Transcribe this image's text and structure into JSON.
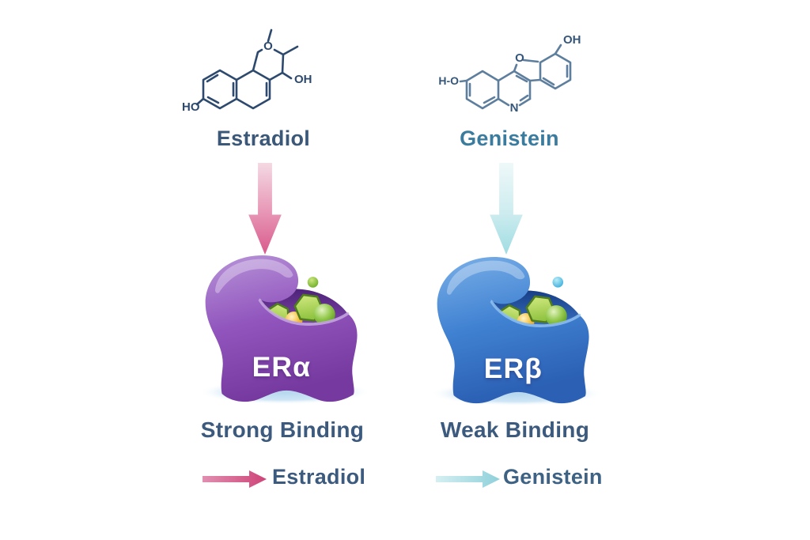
{
  "molecules": {
    "estradiol": {
      "name": "Estradiol",
      "label_color": "#3b5878",
      "structure_color": "#2d4a6e",
      "atom_labels": {
        "ho": "HO",
        "o": "O",
        "oh": "OH"
      }
    },
    "genistein": {
      "name": "Genistein",
      "label_color": "#3a7b9e",
      "structure_color": "#5e7e9d",
      "atom_labels": {
        "ho": "H-O",
        "o": "O",
        "n": "N",
        "oh": "OH"
      }
    }
  },
  "arrows": {
    "estradiol_flow": {
      "from": "#f4d9e3",
      "mid": "#e795b4",
      "to": "#d85a8c"
    },
    "genistein_flow": {
      "from": "#eef8f9",
      "mid": "#cdecef",
      "to": "#9edce2"
    }
  },
  "receptors": {
    "er_alpha": {
      "name": "ERα",
      "binding_label": "Strong Binding",
      "body_light": "#b894d9",
      "body_mid": "#9155bd",
      "body_dark": "#76399f",
      "pocket_top": "#4e2278",
      "pocket_bottom": "#7a44a8",
      "rim_highlight": "#c7a9e2",
      "float_light": "#cbe77e",
      "float_dark": "#6fae27"
    },
    "er_beta": {
      "name": "ERβ",
      "binding_label": "Weak Binding",
      "body_light": "#7ab0e8",
      "body_mid": "#4182d2",
      "body_dark": "#2b60b4",
      "pocket_top": "#163e85",
      "pocket_bottom": "#3a6fc0",
      "rim_highlight": "#8fc0f0",
      "float_light": "#b8ecf8",
      "float_dark": "#3fb0dc"
    },
    "binding_label_color": "#3c5a7d",
    "shadow_color": "#b6d7ee"
  },
  "ligands": {
    "hexagon_fill_light": "#cfe87e",
    "hexagon_fill_dark": "#8abf3a",
    "hexagon_stroke": "#4f7d1d",
    "yellow_sphere_light": "#fff3c8",
    "yellow_sphere_mid": "#f6c445",
    "yellow_sphere_dark": "#e8991f",
    "green_sphere_light": "#e2f3c0",
    "green_sphere_mid": "#93c94d",
    "green_sphere_dark": "#5f9c22"
  },
  "legend": {
    "estradiol": {
      "label": "Estradiol",
      "label_color": "#3c5a7d",
      "arrow_from": "#e18fb0",
      "arrow_to": "#ce4478"
    },
    "genistein": {
      "label": "Genistein",
      "label_color": "#3d6284",
      "arrow_from": "#d5eff2",
      "arrow_to": "#8fd0da"
    }
  }
}
